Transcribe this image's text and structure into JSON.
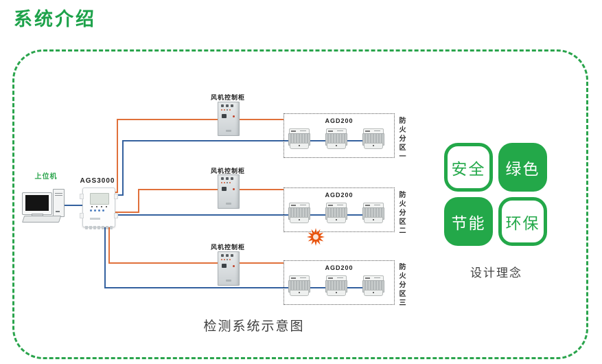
{
  "page": {
    "title": "系统介绍",
    "caption": "检测系统示意图"
  },
  "diagram": {
    "host_computer_label": "上位机",
    "controller_label": "AGS3000",
    "fan_cabinet_label": "风机控制柜",
    "detector_model_label": "AGD200",
    "zones": [
      {
        "label": "防火分区一"
      },
      {
        "label": "防火分区二"
      },
      {
        "label": "防火分区三"
      }
    ],
    "icons": {
      "spark_icon": "starburst-alarm"
    }
  },
  "design_concept": {
    "caption": "设计理念",
    "tiles": [
      {
        "label": "安全",
        "style": "outline"
      },
      {
        "label": "绿色",
        "style": "solid"
      },
      {
        "label": "节能",
        "style": "solid"
      },
      {
        "label": "环保",
        "style": "outline"
      }
    ]
  },
  "colors": {
    "brand_green": "#23A849",
    "wire_orange": "#E0703A",
    "wire_blue": "#33609E",
    "spark_orange": "#E8540E",
    "zone_border": "#555555"
  }
}
